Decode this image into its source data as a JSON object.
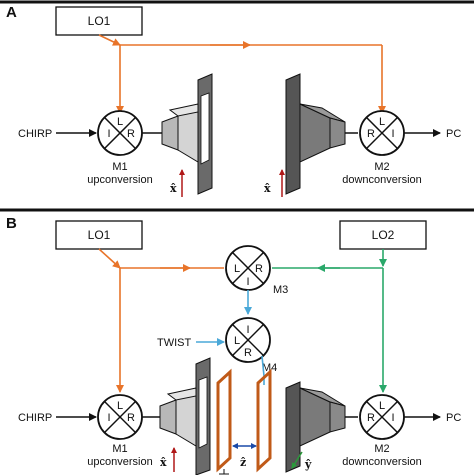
{
  "panel_a": {
    "label": "A",
    "lo1": "LO1",
    "chirp": "CHIRP",
    "pc": "PC",
    "m1_name": "M1",
    "m1_role": "upconversion",
    "m2_name": "M2",
    "m2_role": "downconversion",
    "m1_ports": {
      "l": "L",
      "i": "I",
      "r": "R"
    },
    "m2_ports": {
      "l": "L",
      "r": "R",
      "i": "I"
    },
    "axis_left": "x̂",
    "axis_right": "x̂"
  },
  "panel_b": {
    "label": "B",
    "lo1": "LO1",
    "lo2": "LO2",
    "chirp": "CHIRP",
    "pc": "PC",
    "twist": "TWIST",
    "m1_name": "M1",
    "m1_role": "upconversion",
    "m2_name": "M2",
    "m2_role": "downconversion",
    "m3_name": "M3",
    "m4_name": "M4",
    "m1_ports": {
      "l": "L",
      "i": "I",
      "r": "R"
    },
    "m2_ports": {
      "l": "L",
      "r": "R",
      "i": "I"
    },
    "m3_ports": {
      "l": "L",
      "i": "I",
      "r": "R"
    },
    "m4_ports": {
      "i": "I",
      "l": "L",
      "r": "R"
    },
    "axis_left": "x̂",
    "axis_z": "ẑ",
    "axis_y": "ŷ"
  },
  "colors": {
    "lo1_path": "#e8742a",
    "lo2_path": "#2aa86a",
    "twist_path": "#4aa8d8",
    "coil": "#c05a18",
    "arrow_x": "#b01818",
    "arrow_y": "#2a9a3a",
    "arrow_z": "#1a4aa8"
  }
}
